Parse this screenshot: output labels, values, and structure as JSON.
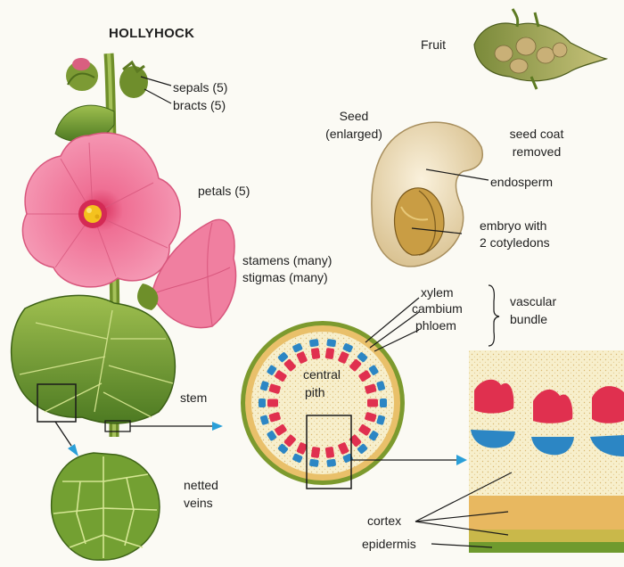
{
  "title": "HOLLYHOCK",
  "labels": {
    "fruit": "Fruit",
    "sepals": "sepals (5)",
    "bracts": "bracts (5)",
    "seed": "Seed",
    "seed_enlarged": "(enlarged)",
    "seed_coat": "seed coat",
    "removed": "removed",
    "endosperm": "endosperm",
    "embryo": "embryo with",
    "cotyledons": "2 cotyledons",
    "petals": "petals (5)",
    "stamens": "stamens (many)",
    "stigmas": "stigmas (many)",
    "xylem": "xylem",
    "cambium": "cambium",
    "phloem": "phloem",
    "vascular": "vascular",
    "bundle": "bundle",
    "central": "central",
    "pith": "pith",
    "stem": "stem",
    "netted": "netted",
    "veins": "veins",
    "cortex": "cortex",
    "epidermis": "epidermis"
  },
  "colors": {
    "petal": "#ef6f94",
    "petal_light": "#f6a6bd",
    "flower_center": "#f4c21e",
    "leaf": "#5e8f2c",
    "leaf_light": "#a7c458",
    "pointer_arrow": "#2a9fd8",
    "xylem": "#e0304f",
    "phloem": "#2c86c4",
    "pith": "#f6ecc6",
    "cortex": "#e8b860",
    "epidermis": "#7a9a30",
    "seed": "#ecdcba",
    "cotyledon": "#b88a32"
  }
}
